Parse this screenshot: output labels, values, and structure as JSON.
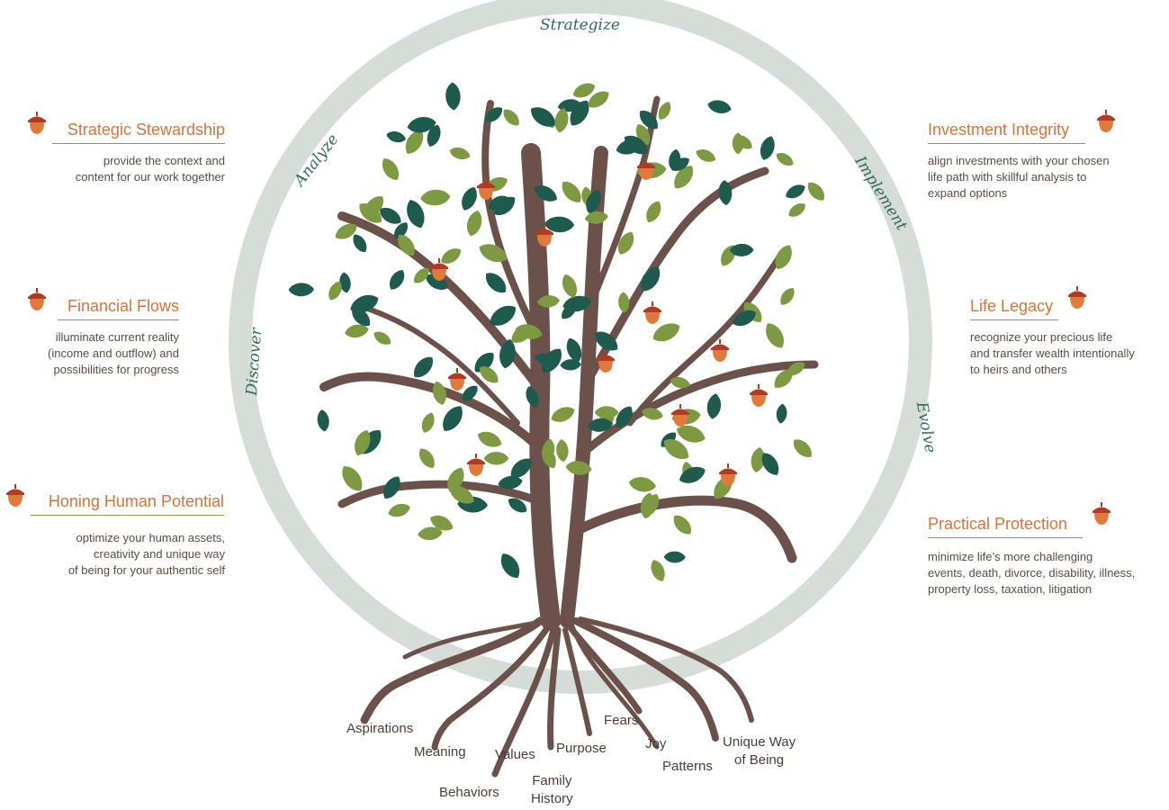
{
  "ring_labels": {
    "strategize": "Strategize",
    "analyze": "Analyze",
    "implement": "Implement",
    "discover": "Discover",
    "evolve": "Evolve"
  },
  "left_sections": [
    {
      "title": "Strategic Stewardship",
      "text": "provide the context and\ncontent for our work together"
    },
    {
      "title": "Financial Flows",
      "text": "illuminate current reality\n(income and outflow) and\npossibilities for progress"
    },
    {
      "title": "Honing Human Potential",
      "text": "optimize your human assets,\ncreativity and unique way\nof being for your authentic self"
    }
  ],
  "right_sections": [
    {
      "title": "Investment Integrity",
      "text": "align investments with your chosen\nlife path with skillful analysis to\nexpand options"
    },
    {
      "title": "Life Legacy",
      "text": "recognize your precious life\nand transfer wealth intentionally\nto heirs and others"
    },
    {
      "title": "Practical Protection",
      "text": "minimize life’s more challenging\nevents, death, divorce, disability, illness,\nproperty loss, taxation, litigation"
    }
  ],
  "roots": [
    "Aspirations",
    "Meaning",
    "Behaviors",
    "Values",
    "Family\nHistory",
    "Purpose",
    "Fears",
    "Joy",
    "Patterns",
    "Unique Way\nof Being"
  ],
  "colors": {
    "ring": "#d6ddd9",
    "trunk": "#6b5149",
    "leaf_dark": "#1f5a4f",
    "leaf_light": "#7d9a43",
    "acorn_cap": "#b33a22",
    "acorn_nut": "#e07a3c",
    "heading": "#d9733b"
  }
}
